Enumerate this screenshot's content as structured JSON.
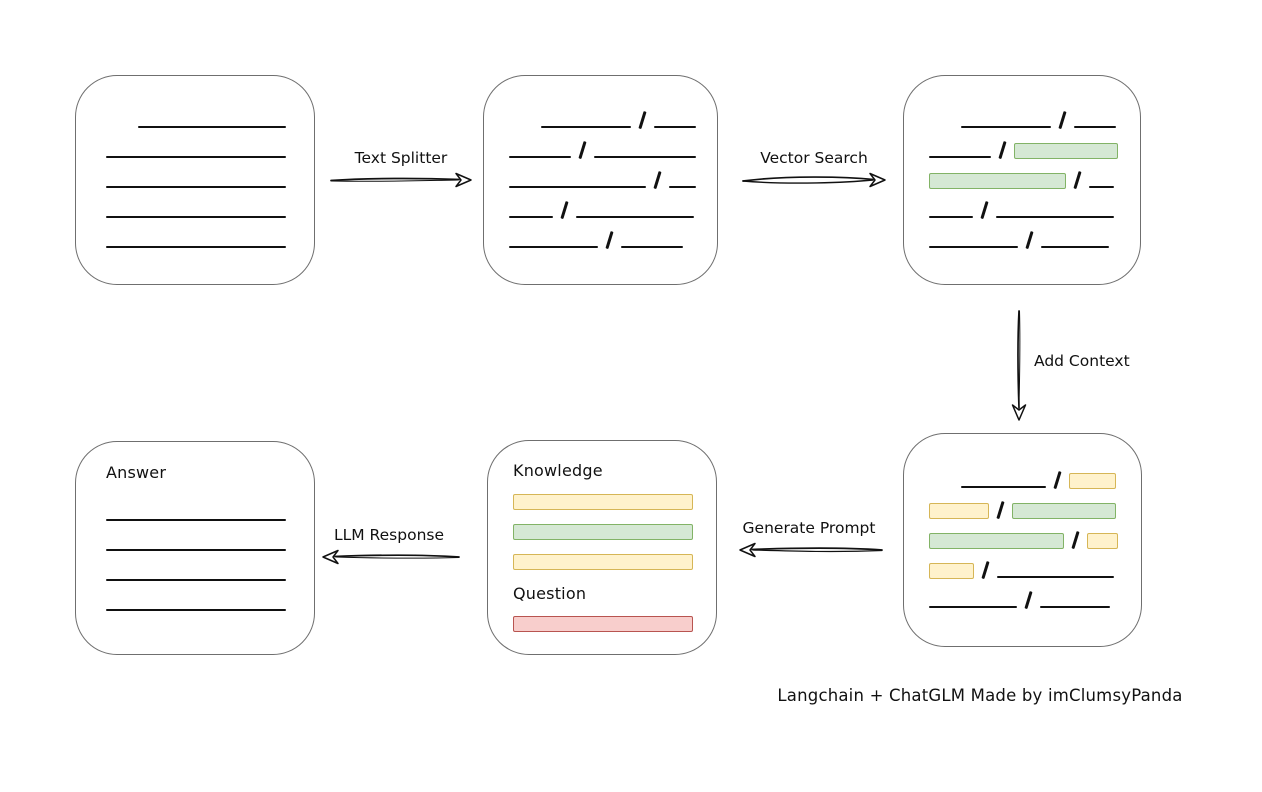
{
  "caption": "Langchain + ChatGLM Made by imClumsyPanda",
  "colors": {
    "ink": "#111111",
    "box_border": "#6f6f6f",
    "green_fill": "#d5e8d4",
    "green_border": "#82b366",
    "yellow_fill": "#fff2cc",
    "yellow_border": "#d6b656",
    "red_fill": "#f8cecc",
    "red_border": "#b85450"
  },
  "arrows": {
    "text_splitter": {
      "label": "Text Splitter"
    },
    "vector_search": {
      "label": "Vector Search"
    },
    "add_context": {
      "label": "Add Context"
    },
    "generate_prompt": {
      "label": "Generate Prompt"
    },
    "llm_response": {
      "label": "LLM Response"
    }
  },
  "boxes": {
    "document": {
      "rows": [
        {
          "indent": 32,
          "segments": [
            {
              "kind": "line",
              "w": 148
            }
          ]
        },
        {
          "segments": [
            {
              "kind": "line",
              "w": 180
            }
          ]
        },
        {
          "segments": [
            {
              "kind": "line",
              "w": 180
            }
          ]
        },
        {
          "segments": [
            {
              "kind": "line",
              "w": 180
            }
          ]
        },
        {
          "segments": [
            {
              "kind": "line",
              "w": 180
            }
          ]
        }
      ]
    },
    "chunks": {
      "rows": [
        {
          "indent": 32,
          "segments": [
            {
              "kind": "line",
              "w": 90
            },
            {
              "kind": "slash"
            },
            {
              "kind": "line",
              "w": 42
            }
          ]
        },
        {
          "segments": [
            {
              "kind": "line",
              "w": 62
            },
            {
              "kind": "slash"
            },
            {
              "kind": "line",
              "w": 102
            }
          ]
        },
        {
          "segments": [
            {
              "kind": "line",
              "w": 137
            },
            {
              "kind": "slash"
            },
            {
              "kind": "line",
              "w": 27
            }
          ]
        },
        {
          "segments": [
            {
              "kind": "line",
              "w": 44
            },
            {
              "kind": "slash"
            },
            {
              "kind": "line",
              "w": 118
            }
          ]
        },
        {
          "segments": [
            {
              "kind": "line",
              "w": 89
            },
            {
              "kind": "slash"
            },
            {
              "kind": "line",
              "w": 62
            }
          ]
        }
      ]
    },
    "search_result": {
      "rows": [
        {
          "indent": 32,
          "segments": [
            {
              "kind": "line",
              "w": 90
            },
            {
              "kind": "slash"
            },
            {
              "kind": "line",
              "w": 42
            }
          ]
        },
        {
          "segments": [
            {
              "kind": "line",
              "w": 62
            },
            {
              "kind": "slash"
            },
            {
              "kind": "green",
              "w": 104
            }
          ]
        },
        {
          "segments": [
            {
              "kind": "green",
              "w": 137
            },
            {
              "kind": "slash"
            },
            {
              "kind": "line",
              "w": 25
            }
          ]
        },
        {
          "segments": [
            {
              "kind": "line",
              "w": 44
            },
            {
              "kind": "slash"
            },
            {
              "kind": "line",
              "w": 118
            }
          ]
        },
        {
          "segments": [
            {
              "kind": "line",
              "w": 89
            },
            {
              "kind": "slash"
            },
            {
              "kind": "line",
              "w": 68
            }
          ]
        }
      ]
    },
    "context": {
      "rows": [
        {
          "indent": 32,
          "segments": [
            {
              "kind": "line",
              "w": 85
            },
            {
              "kind": "slash"
            },
            {
              "kind": "yellow",
              "w": 47
            }
          ]
        },
        {
          "segments": [
            {
              "kind": "yellow",
              "w": 60
            },
            {
              "kind": "slash"
            },
            {
              "kind": "green",
              "w": 104
            }
          ]
        },
        {
          "segments": [
            {
              "kind": "green",
              "w": 135
            },
            {
              "kind": "slash"
            },
            {
              "kind": "yellow",
              "w": 31
            }
          ]
        },
        {
          "segments": [
            {
              "kind": "yellow",
              "w": 45
            },
            {
              "kind": "slash"
            },
            {
              "kind": "line",
              "w": 117
            }
          ]
        },
        {
          "segments": [
            {
              "kind": "line",
              "w": 88
            },
            {
              "kind": "slash"
            },
            {
              "kind": "line",
              "w": 70
            }
          ]
        }
      ]
    },
    "prompt": {
      "knowledge_label": "Knowledge",
      "question_label": "Question",
      "knowledge_rows": [
        {
          "segments": [
            {
              "kind": "yellow",
              "w": 180
            }
          ]
        },
        {
          "segments": [
            {
              "kind": "green",
              "w": 180
            }
          ]
        },
        {
          "segments": [
            {
              "kind": "yellow",
              "w": 180
            }
          ]
        }
      ],
      "question_rows": [
        {
          "segments": [
            {
              "kind": "red",
              "w": 180
            }
          ]
        }
      ]
    },
    "answer": {
      "label": "Answer",
      "rows": [
        {
          "segments": [
            {
              "kind": "line",
              "w": 180
            }
          ]
        },
        {
          "segments": [
            {
              "kind": "line",
              "w": 180
            }
          ]
        },
        {
          "segments": [
            {
              "kind": "line",
              "w": 180
            }
          ]
        },
        {
          "segments": [
            {
              "kind": "line",
              "w": 180
            }
          ]
        }
      ]
    }
  }
}
